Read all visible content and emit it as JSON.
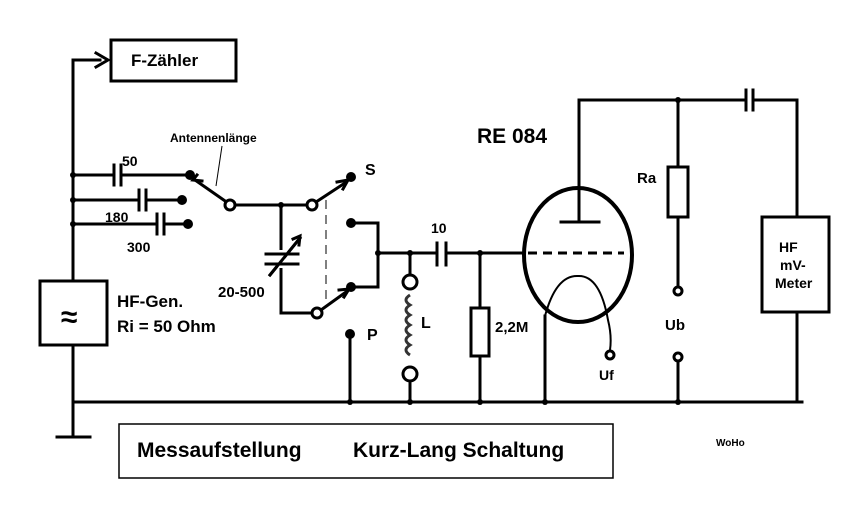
{
  "title": {
    "left": "Messaufstellung",
    "right": "Kurz-Lang Schaltung"
  },
  "signature": "WoHo",
  "components": {
    "freq_counter": "F-Zähler",
    "hf_generator": {
      "symbol": "≈",
      "name": "HF-Gen.",
      "impedance": "Ri = 50 Ohm"
    },
    "antenna_switch_label": "Antennenlänge",
    "antenna_caps": [
      "50",
      "180",
      "300"
    ],
    "variable_cap": "20-500",
    "switch_short": "S",
    "switch_long": "P",
    "coupling_cap": "10",
    "inductor": "L",
    "grid_resistor": "2,2M",
    "tube": "RE 084",
    "heater": "Uf",
    "anode_resistor": "Ra",
    "supply": "Ub",
    "meter": {
      "line1": "HF",
      "line2": "mV-",
      "line3": "Meter"
    }
  }
}
